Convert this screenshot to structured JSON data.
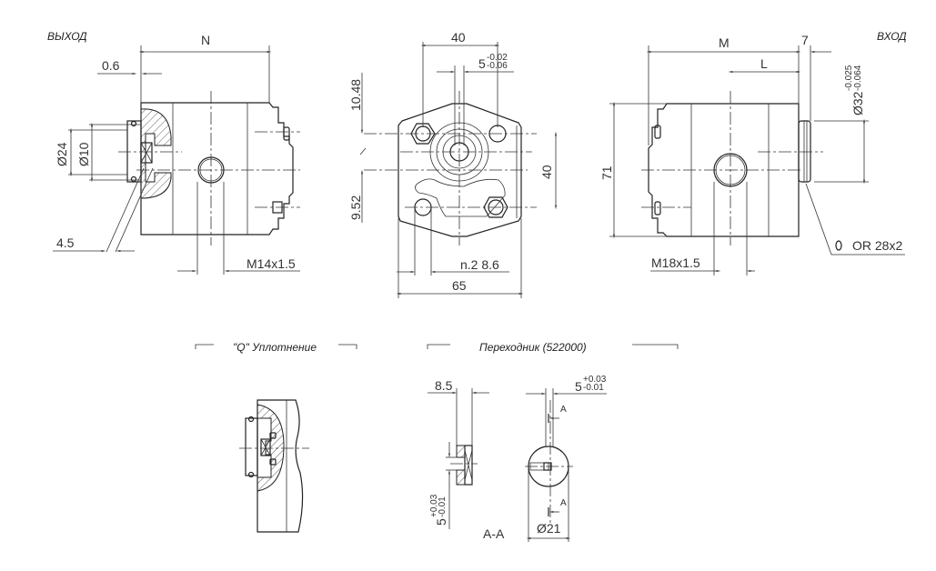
{
  "labels": {
    "outlet": "ВЫХОД",
    "inlet": "ВХОД",
    "q_seal": "\"Q\" Уплотнение",
    "adapter": "Переходник (522000)",
    "section": "A-A",
    "section_mark": "A"
  },
  "left_view": {
    "N": "N",
    "d06": "0.6",
    "d24": "Ø24",
    "d10": "Ø10",
    "d45": "4.5",
    "thread": "M14x1.5"
  },
  "front_view": {
    "w40": "40",
    "shaft": "5",
    "shaft_upper": "-0.02",
    "shaft_lower": "-0.06",
    "h1048": "10.48",
    "h952": "9.52",
    "v40": "40",
    "holes": "n.2  8.6",
    "w65": "65"
  },
  "right_view": {
    "M": "M",
    "d7": "7",
    "L": "L",
    "d32": "Ø32",
    "d32_upper": "-0.025",
    "d32_lower": "-0.064",
    "h71": "71",
    "thread": "M18x1.5",
    "oring": "OR 28x2"
  },
  "adapter_view": {
    "d85": "8.5",
    "key": "5",
    "key_upper": "+0.03",
    "key_lower": "-0.01",
    "key2": "5",
    "key2_upper": "+0.03",
    "key2_lower": "-0.01",
    "d21": "Ø21"
  }
}
